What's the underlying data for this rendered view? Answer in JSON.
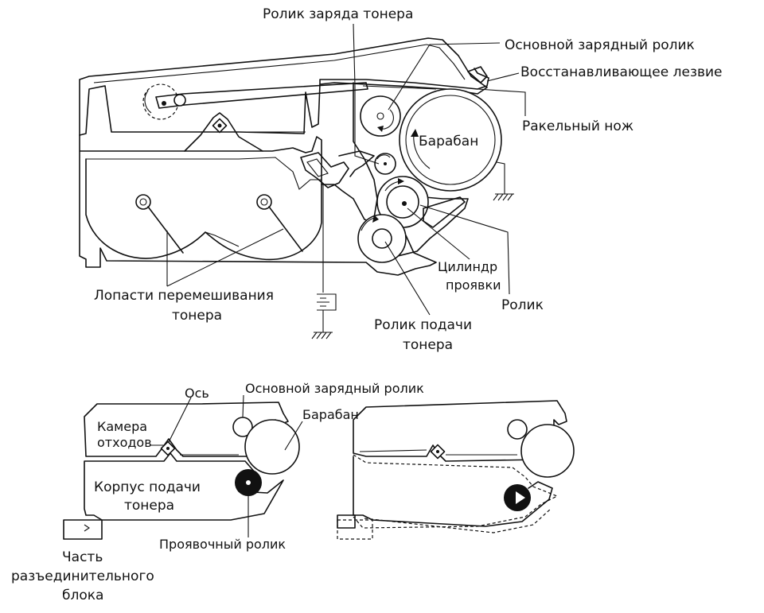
{
  "top_diagram": {
    "labels": {
      "toner_charge_roller": "Ролик заряда тонера",
      "main_charge_roller": "Основной зарядный ролик",
      "restoring_blade": "Восстанавливающее лезвие",
      "doctor_blade": "Ракельный нож",
      "drum": "Барабан",
      "developer_cylinder_1": "Цилиндр",
      "developer_cylinder_2": "проявки",
      "roller": "Ролик",
      "stirring_blades_1": "Лопасти перемешивания",
      "stirring_blades_2": "тонера",
      "toner_supply_roller_1": "Ролик подачи",
      "toner_supply_roller_2": "тонера"
    }
  },
  "bottom_diagram": {
    "labels": {
      "axis": "Ось",
      "main_charge_roller": "Основной зарядный ролик",
      "drum": "Барабан",
      "waste_chamber_1": "Камера",
      "waste_chamber_2": "отходов",
      "toner_supply_body_1": "Корпус подачи",
      "toner_supply_body_2": "тонера",
      "developer_roller": "Проявочный ролик",
      "separation_part_1": "Часть",
      "separation_part_2": "разъединительного",
      "separation_part_3": "блока"
    }
  }
}
